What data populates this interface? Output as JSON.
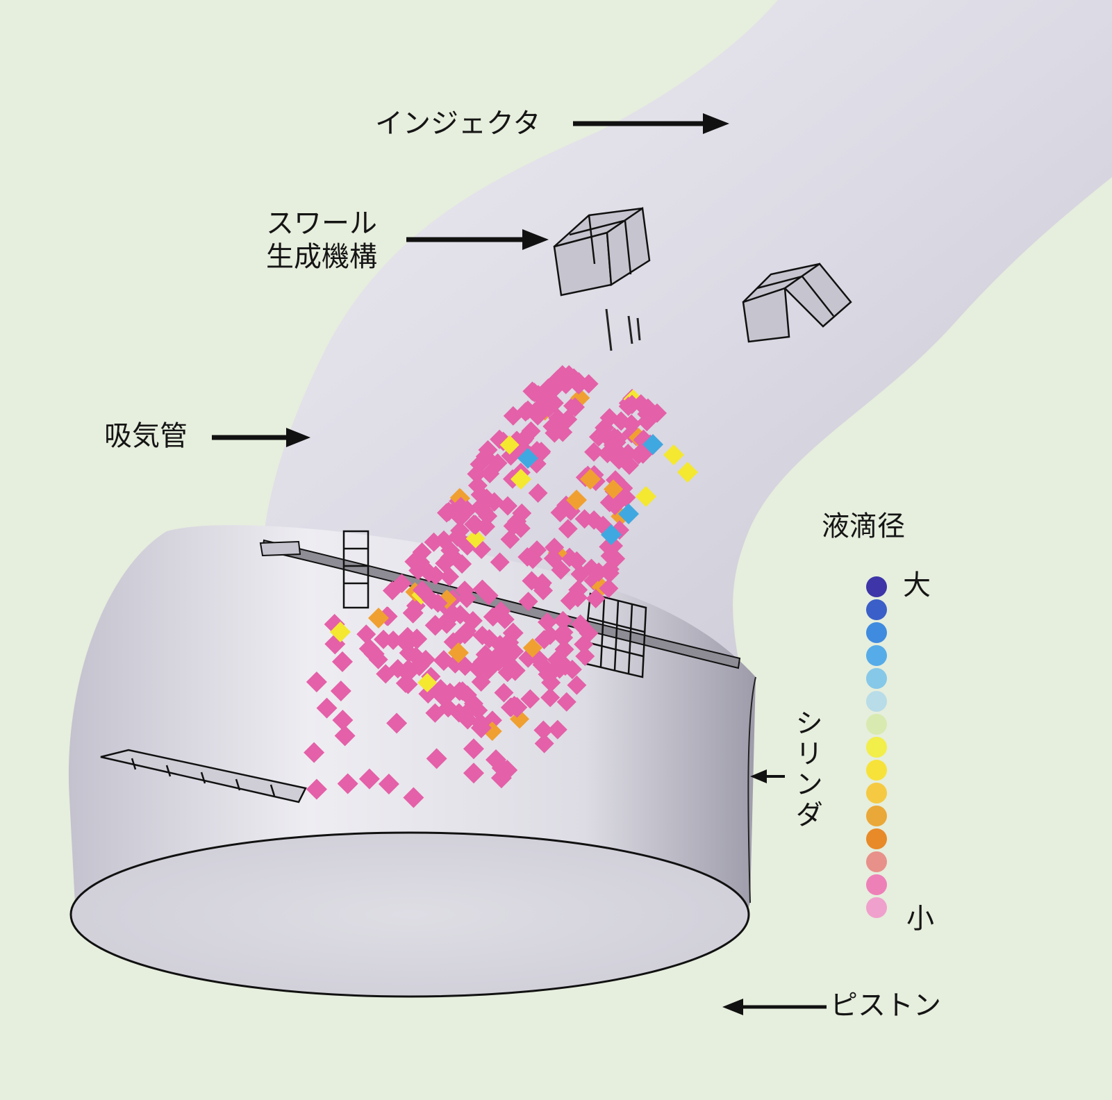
{
  "labels": {
    "injector": "インジェクタ",
    "swirl": "スワール\n生成機構",
    "intake_pipe": "吸気管",
    "cylinder": "シリンダ",
    "piston": "ピストン"
  },
  "legend": {
    "title": "液滴径",
    "large": "大",
    "small": "小",
    "colors": [
      "#3d35a8",
      "#3b5fc8",
      "#3f8be0",
      "#56ace8",
      "#86c8e8",
      "#b8dce8",
      "#d8eab0",
      "#f2ee4a",
      "#f7e23a",
      "#f5ca42",
      "#eaa838",
      "#e88a28",
      "#e8908a",
      "#ee80b8",
      "#f0a0cc"
    ]
  },
  "droplet_palette": {
    "small": "#e460a8",
    "medium": "#f0a030",
    "large_yellow": "#f4e830",
    "blue": "#40a8e0"
  },
  "colors": {
    "background": "#e6eedd",
    "surface": "#d8d6e0",
    "outline": "#111111"
  }
}
